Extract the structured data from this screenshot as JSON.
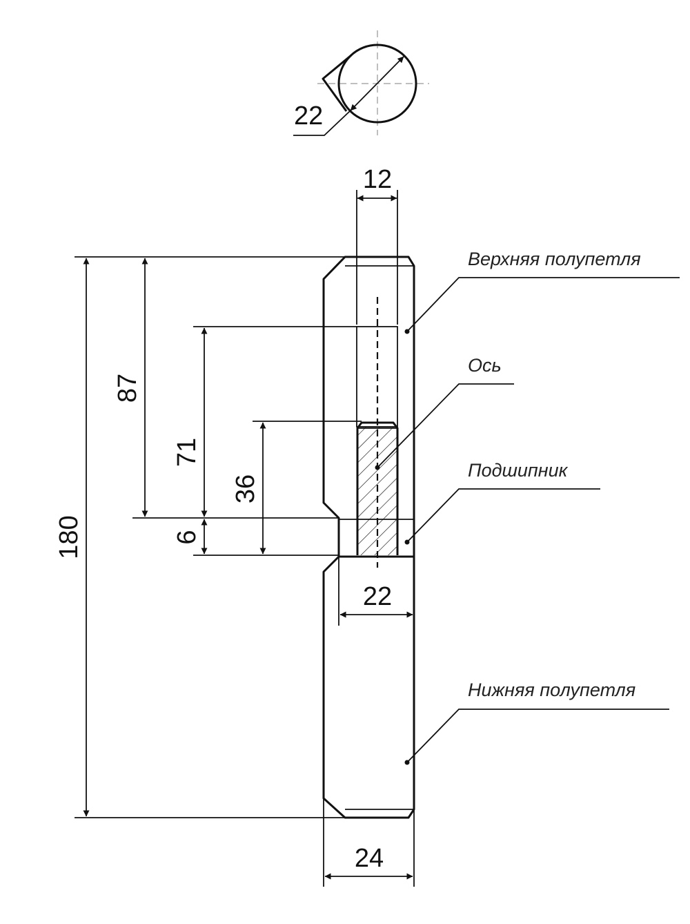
{
  "top_view": {
    "diameter_label": "22"
  },
  "dimensions": {
    "pin_width": "12",
    "total_height": "180",
    "upper_height": "87",
    "socket_depth": "71",
    "pin_length": "36",
    "bearing_height": "6",
    "bearing_width": "22",
    "body_width": "24"
  },
  "labels": {
    "upper_half": "Верхняя полупетля",
    "axis": "Ось",
    "bearing": "Подшипник",
    "lower_half": "Нижняя полупетля"
  },
  "colors": {
    "line": "#111111",
    "background": "#ffffff",
    "center_line": "#aaaaaa"
  }
}
